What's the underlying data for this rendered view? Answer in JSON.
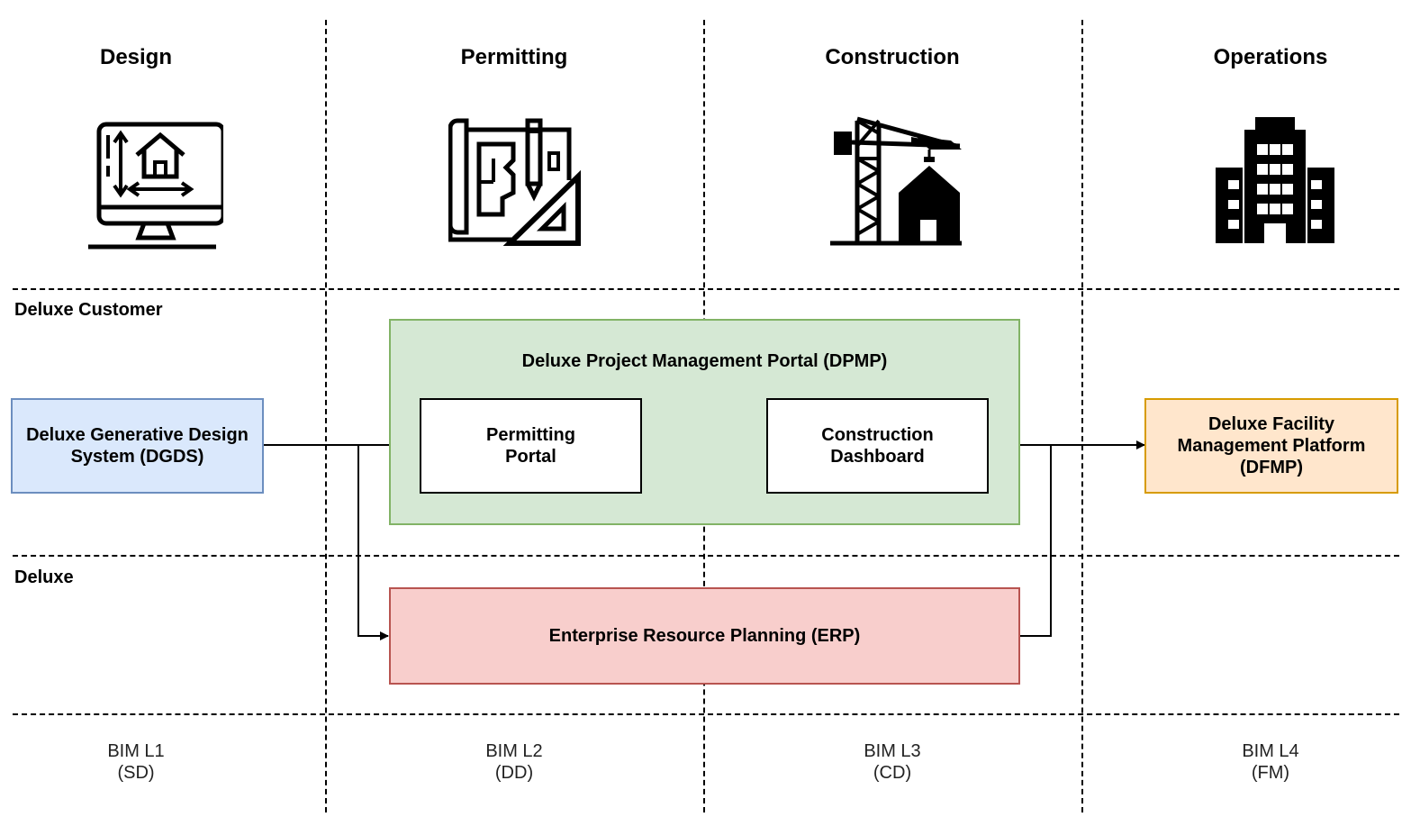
{
  "phases": {
    "design": "Design",
    "permitting": "Permitting",
    "construction": "Construction",
    "operations": "Operations"
  },
  "icons": {
    "design": "monitor-house-icon",
    "permitting": "blueprint-pencil-icon",
    "construction": "crane-building-icon",
    "operations": "office-building-icon"
  },
  "lanes": {
    "customer": "Deluxe Customer",
    "deluxe": "Deluxe"
  },
  "nodes": {
    "dgds": "Deluxe Generative Design\nSystem (DGDS)",
    "dpmp": "Deluxe Project Management Portal (DPMP)",
    "permitting_portal": "Permitting\nPortal",
    "construction_dashboard": "Construction\nDashboard",
    "dfmp": "Deluxe Facility\nManagement Platform\n(DFMP)",
    "erp": "Enterprise Resource Planning (ERP)"
  },
  "bim_levels": [
    "BIM L1\n(SD)",
    "BIM L2\n(DD)",
    "BIM L3\n(CD)",
    "BIM L4\n(FM)"
  ],
  "colors": {
    "dgds_fill": "#dae8fc",
    "dgds_stroke": "#6c8ebf",
    "dpmp_fill": "#d5e8d4",
    "dpmp_stroke": "#82b366",
    "dfmp_fill": "#ffe6cc",
    "dfmp_stroke": "#d79b00",
    "erp_fill": "#f8cecc",
    "erp_stroke": "#b85450"
  }
}
